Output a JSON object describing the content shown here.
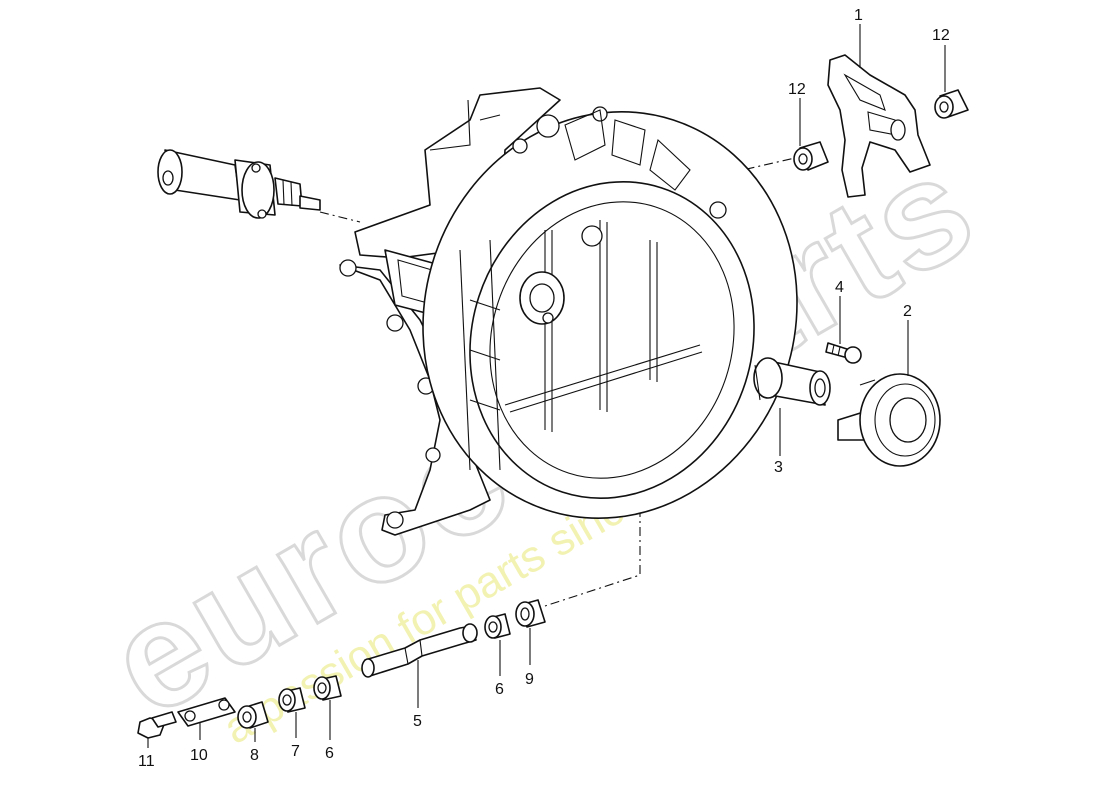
{
  "watermark": {
    "logo_text": "eurocarparts",
    "tagline": "a passion for parts since 1985",
    "logo_color": "#d9d9d9",
    "tagline_color": "#eeee99"
  },
  "callouts": [
    {
      "id": "c1",
      "label": "1"
    },
    {
      "id": "c12a",
      "label": "12"
    },
    {
      "id": "c12b",
      "label": "12"
    },
    {
      "id": "c4",
      "label": "4"
    },
    {
      "id": "c2",
      "label": "2"
    },
    {
      "id": "c3",
      "label": "3"
    },
    {
      "id": "c6a",
      "label": "6"
    },
    {
      "id": "c9",
      "label": "9"
    },
    {
      "id": "c5",
      "label": "5"
    },
    {
      "id": "c11",
      "label": "11"
    },
    {
      "id": "c10",
      "label": "10"
    },
    {
      "id": "c8",
      "label": "8"
    },
    {
      "id": "c7",
      "label": "7"
    },
    {
      "id": "c6b",
      "label": "6"
    }
  ]
}
